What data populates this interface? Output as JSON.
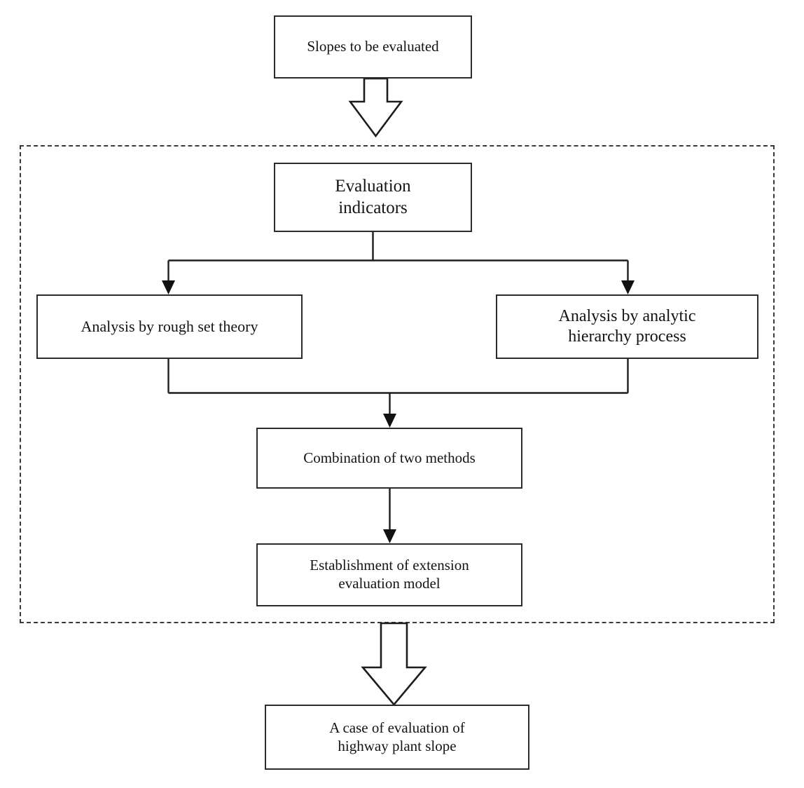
{
  "diagram": {
    "type": "flowchart",
    "title": "Slope evaluation methodology flowchart",
    "orientation": "top-to-bottom",
    "colors": {
      "node_border": "#2b2b2b",
      "node_fill": "#ffffff",
      "connector": "#1d1d1d",
      "group_border": "#3a3a3a",
      "background": "#ffffff",
      "text": "#141414"
    },
    "nodes": {
      "top": {
        "label": "Slopes to be evaluated"
      },
      "indicators": {
        "label": "Evaluation\nindicators"
      },
      "rough": {
        "label": "Analysis by rough set theory"
      },
      "ahp": {
        "label": "Analysis by analytic\nhierarchy process"
      },
      "combination": {
        "label": "Combination of two methods"
      },
      "model": {
        "label": "Establishment of extension\nevaluation model"
      },
      "case": {
        "label": "A case of evaluation of\nhighway plant slope"
      }
    },
    "group": {
      "label": "methodology-group",
      "border_style": "dashed"
    },
    "connectors": [
      {
        "from": "top",
        "to": "indicators",
        "style": "block-arrow",
        "direction": "down"
      },
      {
        "from": "indicators",
        "to": "rough",
        "style": "line-arrow",
        "direction": "down-left-split"
      },
      {
        "from": "indicators",
        "to": "ahp",
        "style": "line-arrow",
        "direction": "down-right-split"
      },
      {
        "from": "rough",
        "to": "combination",
        "style": "line-arrow",
        "direction": "merge-down"
      },
      {
        "from": "ahp",
        "to": "combination",
        "style": "line-arrow",
        "direction": "merge-down"
      },
      {
        "from": "combination",
        "to": "model",
        "style": "line-arrow",
        "direction": "down"
      },
      {
        "from": "model",
        "to": "case",
        "style": "block-arrow",
        "direction": "down"
      }
    ]
  }
}
